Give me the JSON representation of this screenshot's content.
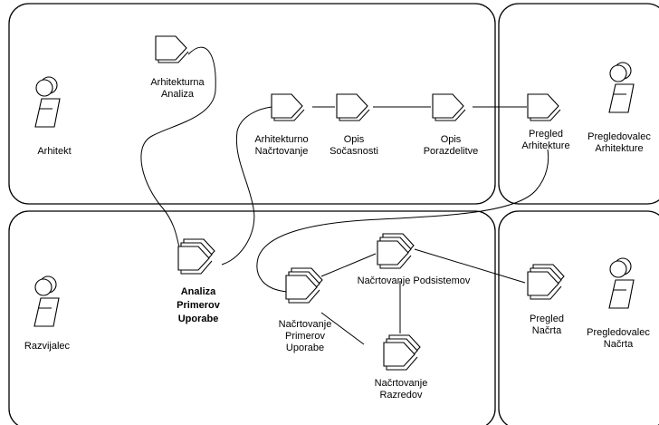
{
  "roles": {
    "arhitekt": "Arhitekt",
    "pregledovalec_arhitekture": [
      "Pregledovalec",
      "Arhitekture"
    ],
    "razvijalec": "Razvijalec",
    "pregledovalec_nacrta": [
      "Pregledovalec",
      "Načrta"
    ]
  },
  "activities": {
    "arhitekturna_analiza": [
      "Arhitekturna",
      "Analiza"
    ],
    "arhitekturno_nacrtovanje": [
      "Arhitekturno",
      "Načrtovanje"
    ],
    "opis_socasnosti": [
      "Opis",
      "Sočasnosti"
    ],
    "opis_porazdelitve": [
      "Opis",
      "Porazdelitve"
    ],
    "pregled_arhitekture": [
      "Pregled",
      "Arhitekture"
    ],
    "analiza_primerov_uporabe": [
      "Analiza",
      "Primerov",
      "Uporabe"
    ],
    "nacrtovanje_podsistemov": "Načrtovanje Podsistemov",
    "nacrtovanje_primerov_uporabe": [
      "Načrtovanje",
      "Primerov",
      "Uporabe"
    ],
    "pregled_nacrta": [
      "Pregled",
      "Načrta"
    ],
    "nacrtovanje_razredov": [
      "Načrtovanje",
      "Razredov"
    ]
  }
}
